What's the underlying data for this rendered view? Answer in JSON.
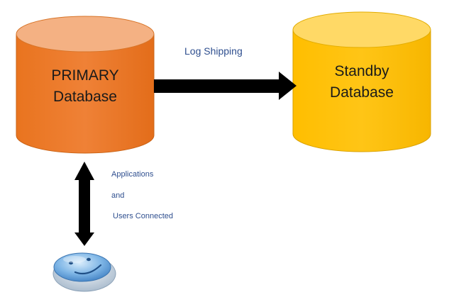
{
  "primary_db": {
    "line1": "PRIMARY",
    "line2": "Database",
    "color": "#ED7D31"
  },
  "standby_db": {
    "line1": "Standby",
    "line2": "Database",
    "color": "#FFC000"
  },
  "log_shipping": {
    "label": "Log Shipping"
  },
  "connection": {
    "line1": "Applications",
    "line2": "and",
    "line3": "Users Connected"
  },
  "user_icon": {
    "icon": "smiley-face-icon",
    "color": "#6FA8DC"
  },
  "colors": {
    "arrow": "#000000",
    "caption_text": "#2F4F8F"
  }
}
